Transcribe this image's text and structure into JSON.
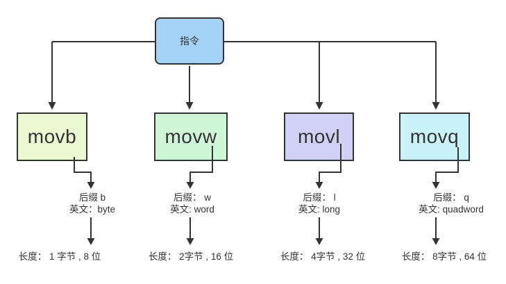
{
  "diagram": {
    "title_node": {
      "label": "指令"
    },
    "branches": [
      {
        "id": "movb",
        "label": "movb",
        "fill": "#EAF9D2",
        "suffix_line": "后缀 b",
        "english_line": "英文：byte",
        "length_line": "长度： 1 字节 , 8 位"
      },
      {
        "id": "movw",
        "label": "movw",
        "fill": "#CFF6D6",
        "suffix_line": "后缀： w",
        "english_line": "英文: word",
        "length_line": "长度： 2字节 , 16 位"
      },
      {
        "id": "movl",
        "label": "movl",
        "fill": "#D1D0F6",
        "suffix_line": "后缀： l",
        "english_line": "英文: long",
        "length_line": "长度： 4字节 , 32 位"
      },
      {
        "id": "movq",
        "label": "movq",
        "fill": "#C9F3F8",
        "suffix_line": "后缀： q",
        "english_line": "英文: quadword",
        "length_line": "长度： 8字节 , 64 位"
      }
    ],
    "colors": {
      "root_fill": "#A5D3F8",
      "line": "#333333",
      "text": "#333333"
    }
  }
}
